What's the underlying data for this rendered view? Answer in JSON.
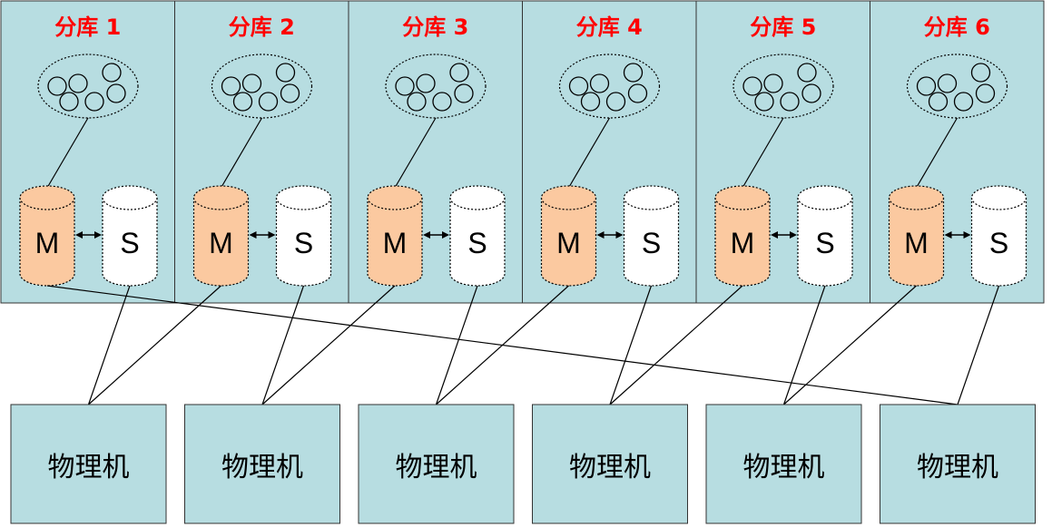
{
  "shards": [
    {
      "title": "分库 1",
      "master_label": "M",
      "slave_label": "S"
    },
    {
      "title": "分库 2",
      "master_label": "M",
      "slave_label": "S"
    },
    {
      "title": "分库 3",
      "master_label": "M",
      "slave_label": "S"
    },
    {
      "title": "分库 4",
      "master_label": "M",
      "slave_label": "S"
    },
    {
      "title": "分库 5",
      "master_label": "M",
      "slave_label": "S"
    },
    {
      "title": "分库 6",
      "master_label": "M",
      "slave_label": "S"
    }
  ],
  "machines": [
    {
      "label": "物理机"
    },
    {
      "label": "物理机"
    },
    {
      "label": "物理机"
    },
    {
      "label": "物理机"
    },
    {
      "label": "物理机"
    },
    {
      "label": "物理机"
    }
  ],
  "connections": [
    {
      "shard": 1,
      "node": "master",
      "machine": 6
    },
    {
      "shard": 1,
      "node": "slave",
      "machine": 1
    },
    {
      "shard": 2,
      "node": "master",
      "machine": 1
    },
    {
      "shard": 2,
      "node": "slave",
      "machine": 2
    },
    {
      "shard": 3,
      "node": "master",
      "machine": 2
    },
    {
      "shard": 3,
      "node": "slave",
      "machine": 3
    },
    {
      "shard": 4,
      "node": "master",
      "machine": 3
    },
    {
      "shard": 4,
      "node": "slave",
      "machine": 4
    },
    {
      "shard": 5,
      "node": "master",
      "machine": 4
    },
    {
      "shard": 5,
      "node": "slave",
      "machine": 5
    },
    {
      "shard": 6,
      "node": "master",
      "machine": 5
    },
    {
      "shard": 6,
      "node": "slave",
      "machine": 6
    }
  ],
  "colors": {
    "panel_fill": "#b7dde1",
    "master_fill": "#fbc9a0",
    "slave_fill": "#ffffff",
    "title_color": "#ff0000",
    "line_color": "#000000"
  }
}
